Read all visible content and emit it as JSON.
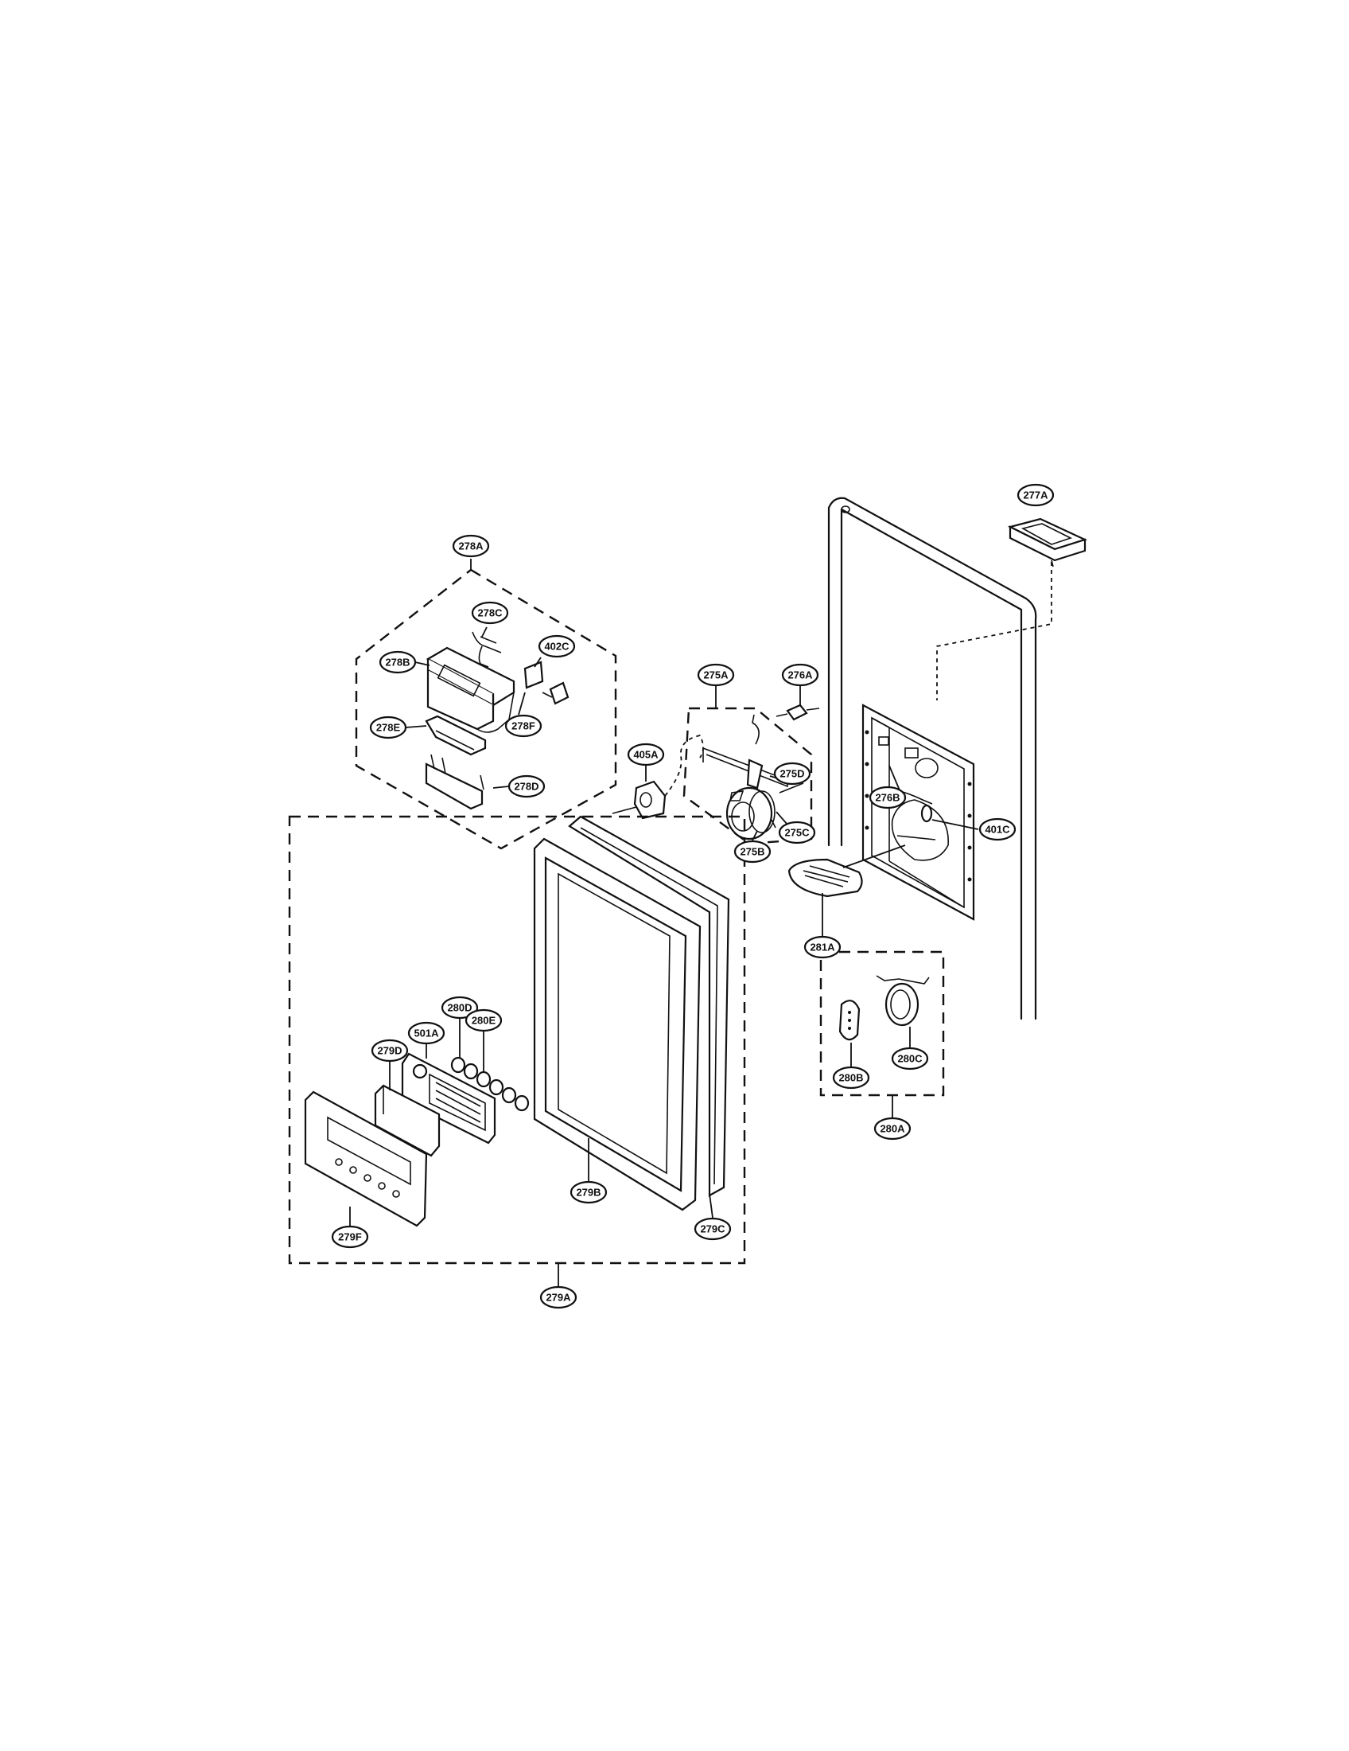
{
  "diagram": {
    "labels": {
      "l278A": "278A",
      "l278C": "278C",
      "l278B": "278B",
      "l402C": "402C",
      "l278F": "278F",
      "l278E": "278E",
      "l278D": "278D",
      "l275A": "275A",
      "l276A": "276A",
      "l405A": "405A",
      "l275D": "275D",
      "l275B": "275B",
      "l275C": "275C",
      "l276B": "276B",
      "l401C": "401C",
      "l277A": "277A",
      "l281A": "281A",
      "l280D": "280D",
      "l501A": "501A",
      "l280E": "280E",
      "l279D": "279D",
      "l279F": "279F",
      "l279B": "279B",
      "l279C": "279C",
      "l279A": "279A",
      "l280B": "280B",
      "l280C": "280C",
      "l280A": "280A"
    }
  }
}
